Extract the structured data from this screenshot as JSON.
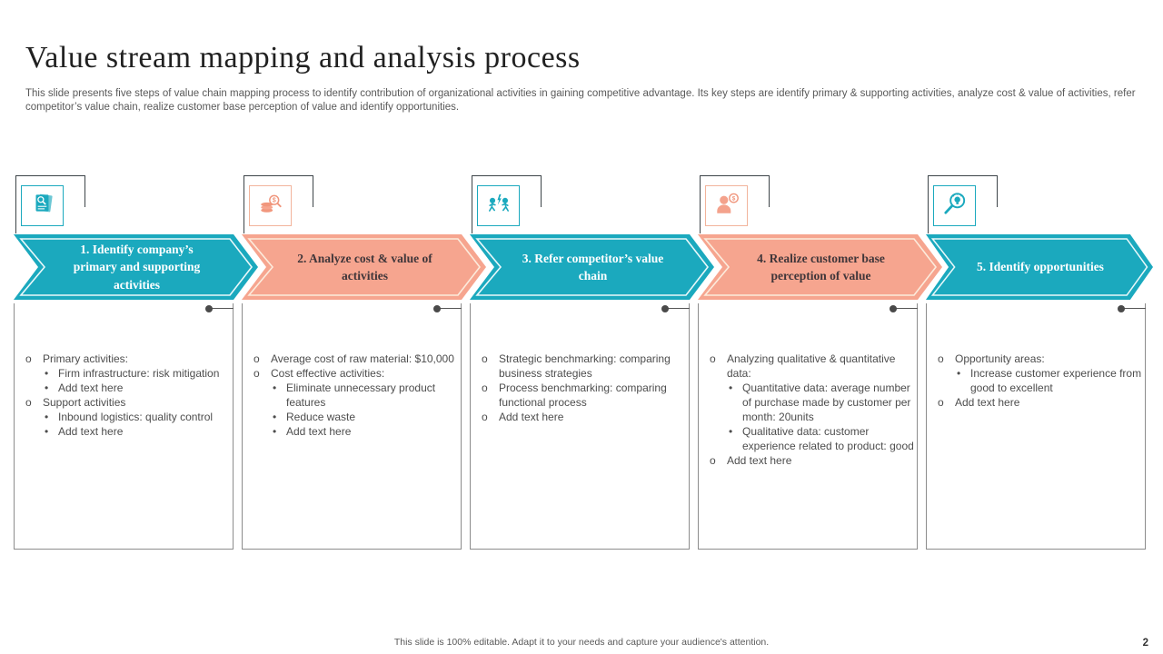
{
  "slide": {
    "title": "Value stream mapping and analysis process",
    "description": "This slide presents five steps of value chain mapping process to identify contribution of organizational activities in gaining competitive advantage. Its key steps are identify primary & supporting activities, analyze cost & value of activities, refer competitor’s value chain, realize customer base perception of value and identify opportunities.",
    "footer_note": "This slide is 100% editable. Adapt it to your needs and capture your audience's attention.",
    "page_number": "2"
  },
  "colors": {
    "teal": "#1ba9be",
    "salmon": "#f6a58f",
    "arrow_text_on_teal": "#ffffff",
    "arrow_text_on_salmon": "#40363a",
    "body_text": "#4d4d4d",
    "card_border": "#8c8c8c",
    "bracket": "#3d4448"
  },
  "steps": [
    {
      "title": "1. Identify company’s primary and supporting activities",
      "accent": "#1ba9be",
      "icon": "document-search-icon",
      "bullets": [
        {
          "level": 1,
          "marker": "o",
          "text": "Primary activities:"
        },
        {
          "level": 2,
          "marker": "•",
          "text": "Firm infrastructure: risk mitigation"
        },
        {
          "level": 2,
          "marker": "•",
          "text": "Add text here"
        },
        {
          "level": 1,
          "marker": "o",
          "text": "Support activities"
        },
        {
          "level": 2,
          "marker": "•",
          "text": "Inbound logistics: quality control"
        },
        {
          "level": 2,
          "marker": "•",
          "text": "Add text here"
        }
      ]
    },
    {
      "title": "2. Analyze cost & value of activities",
      "accent": "#f6a58f",
      "icon": "cost-magnifier-icon",
      "bullets": [
        {
          "level": 1,
          "marker": "o",
          "text": "Average cost of raw material: $10,000"
        },
        {
          "level": 1,
          "marker": "o",
          "text": "Cost effective activities:"
        },
        {
          "level": 2,
          "marker": "•",
          "text": "Eliminate unnecessary product features"
        },
        {
          "level": 2,
          "marker": "•",
          "text": "Reduce waste"
        },
        {
          "level": 2,
          "marker": "•",
          "text": "Add text here"
        }
      ]
    },
    {
      "title": "3. Refer competitor’s value chain",
      "accent": "#1ba9be",
      "icon": "competitors-running-icon",
      "bullets": [
        {
          "level": 1,
          "marker": "o",
          "text": "Strategic benchmarking: comparing business strategies"
        },
        {
          "level": 1,
          "marker": "o",
          "text": "Process benchmarking: comparing functional process"
        },
        {
          "level": 1,
          "marker": "o",
          "text": "Add text here"
        }
      ]
    },
    {
      "title": "4. Realize customer base perception of value",
      "accent": "#f6a58f",
      "icon": "customer-coin-icon",
      "bullets": [
        {
          "level": 1,
          "marker": "o",
          "text": "Analyzing qualitative & quantitative data:"
        },
        {
          "level": 2,
          "marker": "•",
          "text": "Quantitative data: average number of purchase made by customer per month: 20units"
        },
        {
          "level": 2,
          "marker": "•",
          "text": "Qualitative data: customer experience related to product: good"
        },
        {
          "level": 1,
          "marker": "o",
          "text": "Add text here"
        }
      ]
    },
    {
      "title": "5. Identify opportunities",
      "accent": "#1ba9be",
      "icon": "opportunity-magnifier-icon",
      "bullets": [
        {
          "level": 1,
          "marker": "o",
          "text": "Opportunity areas:"
        },
        {
          "level": 2,
          "marker": "•",
          "text": "Increase customer experience from good to excellent"
        },
        {
          "level": 1,
          "marker": "o",
          "text": "Add text here"
        }
      ]
    }
  ]
}
